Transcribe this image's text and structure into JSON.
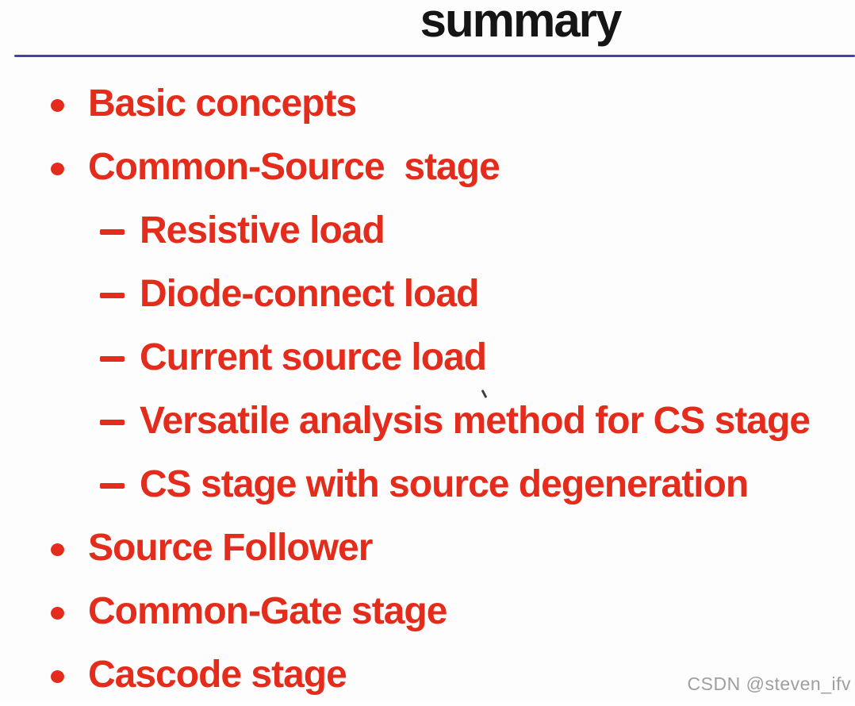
{
  "slide": {
    "title": "summary",
    "watermark": "CSDN @steven_ifv",
    "outline": [
      {
        "level": 1,
        "label": "Basic concepts"
      },
      {
        "level": 1,
        "label": "Common-Source  stage"
      },
      {
        "level": 2,
        "label": "Resistive load"
      },
      {
        "level": 2,
        "label": "Diode-connect load"
      },
      {
        "level": 2,
        "label": "Current source load"
      },
      {
        "level": 2,
        "label": "Versatile analysis method for CS stage"
      },
      {
        "level": 2,
        "label": "CS stage with source degeneration"
      },
      {
        "level": 1,
        "label": "Source Follower"
      },
      {
        "level": 1,
        "label": "Common-Gate stage"
      },
      {
        "level": 1,
        "label": "Cascode stage"
      }
    ]
  },
  "icons": {
    "level1_bullet": "circle-bullet-icon",
    "level2_bullet": "dash-bullet-icon"
  },
  "colors": {
    "list_text": "#e42c1c",
    "title_text": "#151515",
    "divider_blue": "#4242ac",
    "watermark_gray": "#9f9f9f",
    "background": "#fdfdfd"
  }
}
